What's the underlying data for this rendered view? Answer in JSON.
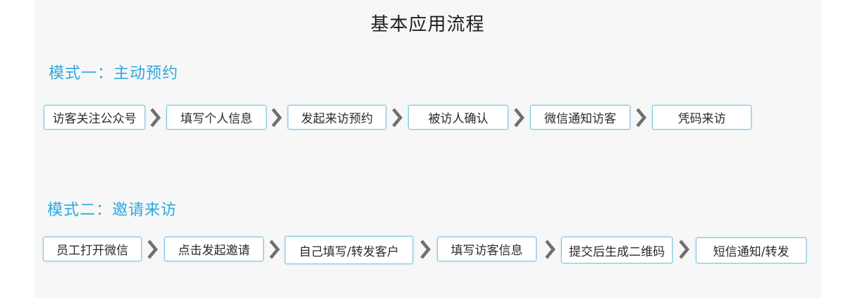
{
  "title": "基本应用流程",
  "modes": [
    {
      "heading": "模式一：主动预约",
      "steps": [
        "访客关注公众号",
        "填写个人信息",
        "发起来访预约",
        "被访人确认",
        "微信通知访客",
        "凭码来访"
      ]
    },
    {
      "heading": "模式二：邀请来访",
      "steps": [
        "员工打开微信",
        "点击发起邀请",
        "自己填写/转发客户",
        "填写访客信息",
        "提交后生成二维码",
        "短信通知/转发"
      ]
    }
  ],
  "colors": {
    "accent": "#2ea8e0",
    "box_border": "#7fc6e4",
    "arrow": "#6f6f6f",
    "panel_bg": "#f7f7f7"
  }
}
